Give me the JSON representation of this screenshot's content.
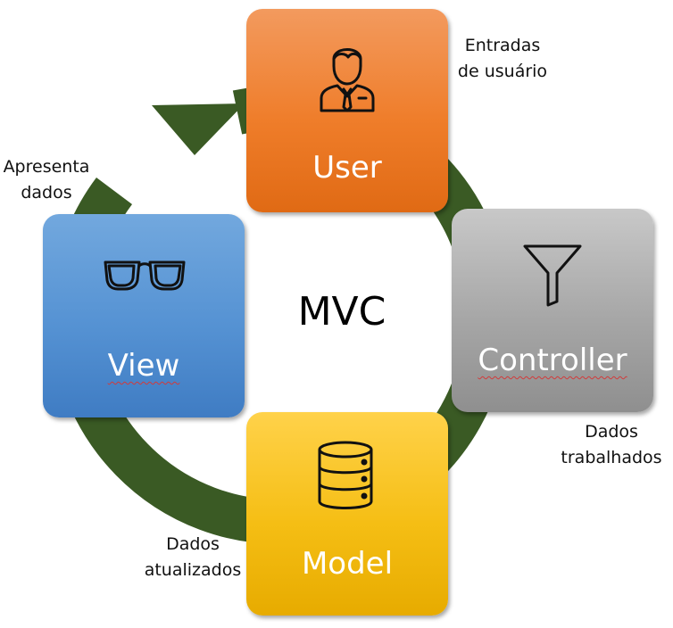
{
  "diagram": {
    "title": "MVC",
    "colors": {
      "arrow": "#3a5a24",
      "user": "#ef7d2a",
      "controller": "#a6a6a6",
      "model": "#f5be14",
      "view": "#5592d3",
      "node_text": "#ffffff"
    },
    "nodes": {
      "user": {
        "label": "User",
        "icon": "businessman-icon"
      },
      "controller": {
        "label": "Controller",
        "icon": "funnel-icon"
      },
      "model": {
        "label": "Model",
        "icon": "database-icon"
      },
      "view": {
        "label": "View",
        "icon": "glasses-icon"
      }
    },
    "edges": {
      "user_to_controller": [
        "Entradas",
        "de usuário"
      ],
      "view_to_user": [
        "Apresenta",
        "dados"
      ],
      "controller_to_model": [
        "Dados",
        "trabalhados"
      ],
      "model_to_view": [
        "Dados",
        "atualizados"
      ]
    }
  }
}
